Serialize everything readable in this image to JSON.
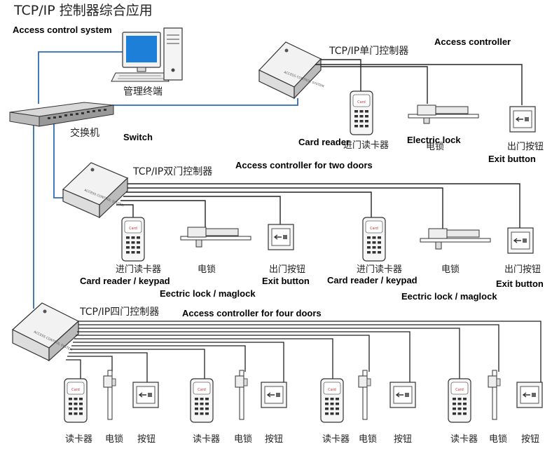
{
  "title": "TCP/IP 控制器综合应用",
  "labels": {
    "access_control_system": "Access control system",
    "management_terminal": "管理终端",
    "switch_cn": "交换机",
    "switch_en": "Switch",
    "single_ctrl_cn": "TCP/IP单门控制器",
    "single_ctrl_en": "Access controller",
    "card_reader_en": "Card reader",
    "card_reader_cn_in": "进门读卡器",
    "electric_lock_en": "Electric lock",
    "electric_lock_cn": "电锁",
    "exit_button_cn": "出门按钮",
    "exit_button_en": "Exit button",
    "double_ctrl_cn": "TCP/IP双门控制器",
    "double_ctrl_en": "Access controller for two doors",
    "reader_keypad_en": "Card reader / keypad",
    "lock_maglock_en": "Eectric lock / maglock",
    "exit_button_lower_en": "Exit button",
    "four_ctrl_cn": "TCP/IP四门控制器",
    "four_ctrl_en": "Access controller for four doors",
    "reader_cn": "读卡器",
    "lock_cn": "电锁",
    "button_cn": "按钮",
    "controller_box_text": "ACCESS CONTROL SYSTEM"
  },
  "colors": {
    "network_line": "#2b6db5",
    "wire": "#222222",
    "device_fill": "#f4f4f4",
    "monitor_screen": "#1e7fd8"
  }
}
